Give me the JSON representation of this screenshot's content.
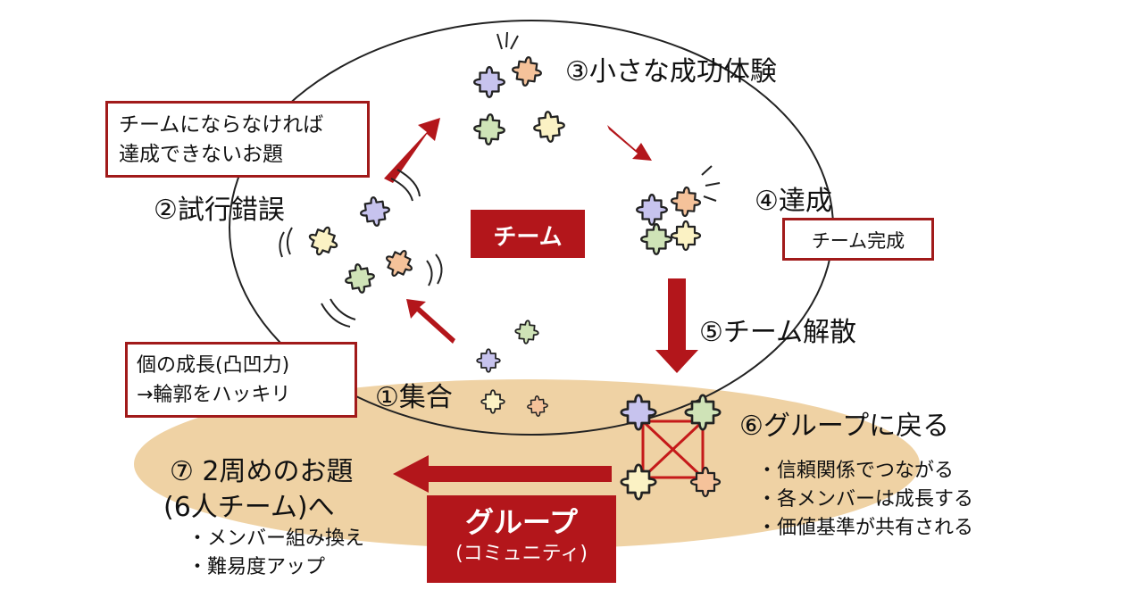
{
  "team_label": "チーム",
  "group_label": "グループ",
  "group_sublabel": "(コミュニティ)",
  "boxes": {
    "challenge_line1": "チームにならなければ",
    "challenge_line2": "達成できないお題",
    "growth_line1": "個の成長(凸凹力)",
    "growth_line2": "→輪郭をハッキリ",
    "team_complete": "チーム完成"
  },
  "steps": {
    "s1": "①集合",
    "s2": "②試行錯誤",
    "s3": "③小さな成功体験",
    "s4": "④達成",
    "s5": "⑤チーム解散",
    "s6": "⑥グループに戻る",
    "s7_line1": "⑦ 2周めのお題",
    "s7_line2": "(6人チーム)へ"
  },
  "group_points": [
    "・信頼関係でつながる",
    "・各メンバーは成長する",
    "・価値基準が共有される"
  ],
  "next_points": [
    "・メンバー組み換え",
    "・難易度アップ"
  ],
  "colors": {
    "accent_red": "#b3161b",
    "community_fill": "#efd2a4",
    "piece_purple": "#c7c3ee",
    "piece_orange": "#f5c29a",
    "piece_green": "#cfe3b7",
    "piece_yellow": "#fbf2c4"
  }
}
